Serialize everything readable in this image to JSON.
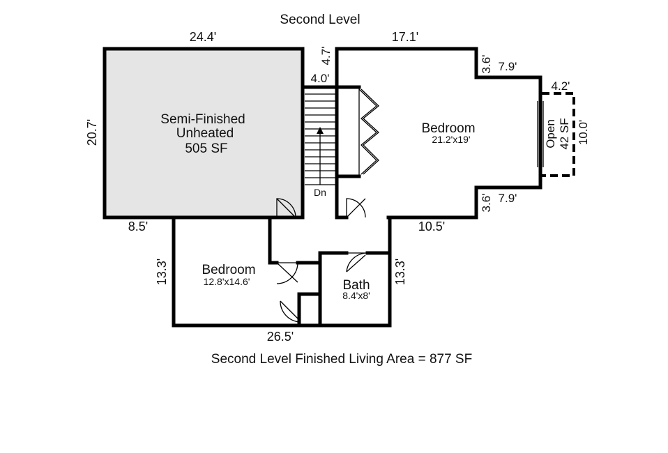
{
  "title": "Second Level",
  "footer": "Second Level Finished Living Area = 877 SF",
  "colors": {
    "wall": "#000000",
    "semi_finished_fill": "#e5e5e5",
    "background": "#ffffff"
  },
  "rooms": {
    "semi_finished": {
      "line1": "Semi-Finished",
      "line2": "Unheated",
      "line3": "505 SF"
    },
    "bedroom_main": {
      "name": "Bedroom",
      "size": "21.2'x19'"
    },
    "bedroom_small": {
      "name": "Bedroom",
      "size": "12.8'x14.6'"
    },
    "bath": {
      "name": "Bath",
      "size": "8.4'x8'"
    },
    "open": {
      "line1": "Open",
      "line2": "42 SF"
    }
  },
  "stairs": {
    "label": "Dn"
  },
  "dimensions": {
    "semi_top": "24.4'",
    "semi_left": "20.7'",
    "stair_width": "4.0'",
    "stair_gap": "4.7'",
    "bed_top": "17.1'",
    "bump_top_vert": "3.6'",
    "bump_top_horiz": "7.9'",
    "bump_bottom_vert": "3.6'",
    "bump_bottom_horiz": "7.9'",
    "open_top": "4.2'",
    "open_right": "10.0'",
    "lower_left_top": "8.5'",
    "lower_left_side": "13.3'",
    "lower_right_top": "10.5'",
    "lower_right_side": "13.3'",
    "lower_bottom": "26.5'"
  }
}
